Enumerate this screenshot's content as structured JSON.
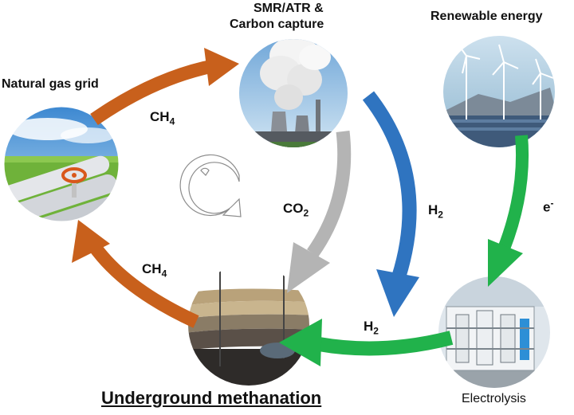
{
  "nodes": {
    "natural_gas": {
      "label": "Natural gas grid"
    },
    "smr": {
      "label_line1": "SMR/ATR &",
      "label_line2": "Carbon capture"
    },
    "renewable": {
      "label": "Renewable energy"
    },
    "electrolysis": {
      "label": "Electrolysis"
    },
    "underground": {
      "label": "Underground methanation"
    }
  },
  "flows": {
    "ch4_top": {
      "base": "CH",
      "sub": "4"
    },
    "co2": {
      "base": "CO",
      "sub": "2"
    },
    "h2_right": {
      "base": "H",
      "sub": "2"
    },
    "e_minus": {
      "base": "e",
      "sup": "-"
    },
    "h2_bottom": {
      "base": "H",
      "sub": "2"
    },
    "ch4_left": {
      "base": "CH",
      "sub": "4"
    }
  },
  "colors": {
    "ch4_arrow": "#c8601c",
    "co2_arrow": "#b4b4b4",
    "h2_arrow": "#2f74c0",
    "electron_arrow": "#21b24b"
  },
  "icons": {
    "cycle": "cycle-arrows-icon"
  }
}
